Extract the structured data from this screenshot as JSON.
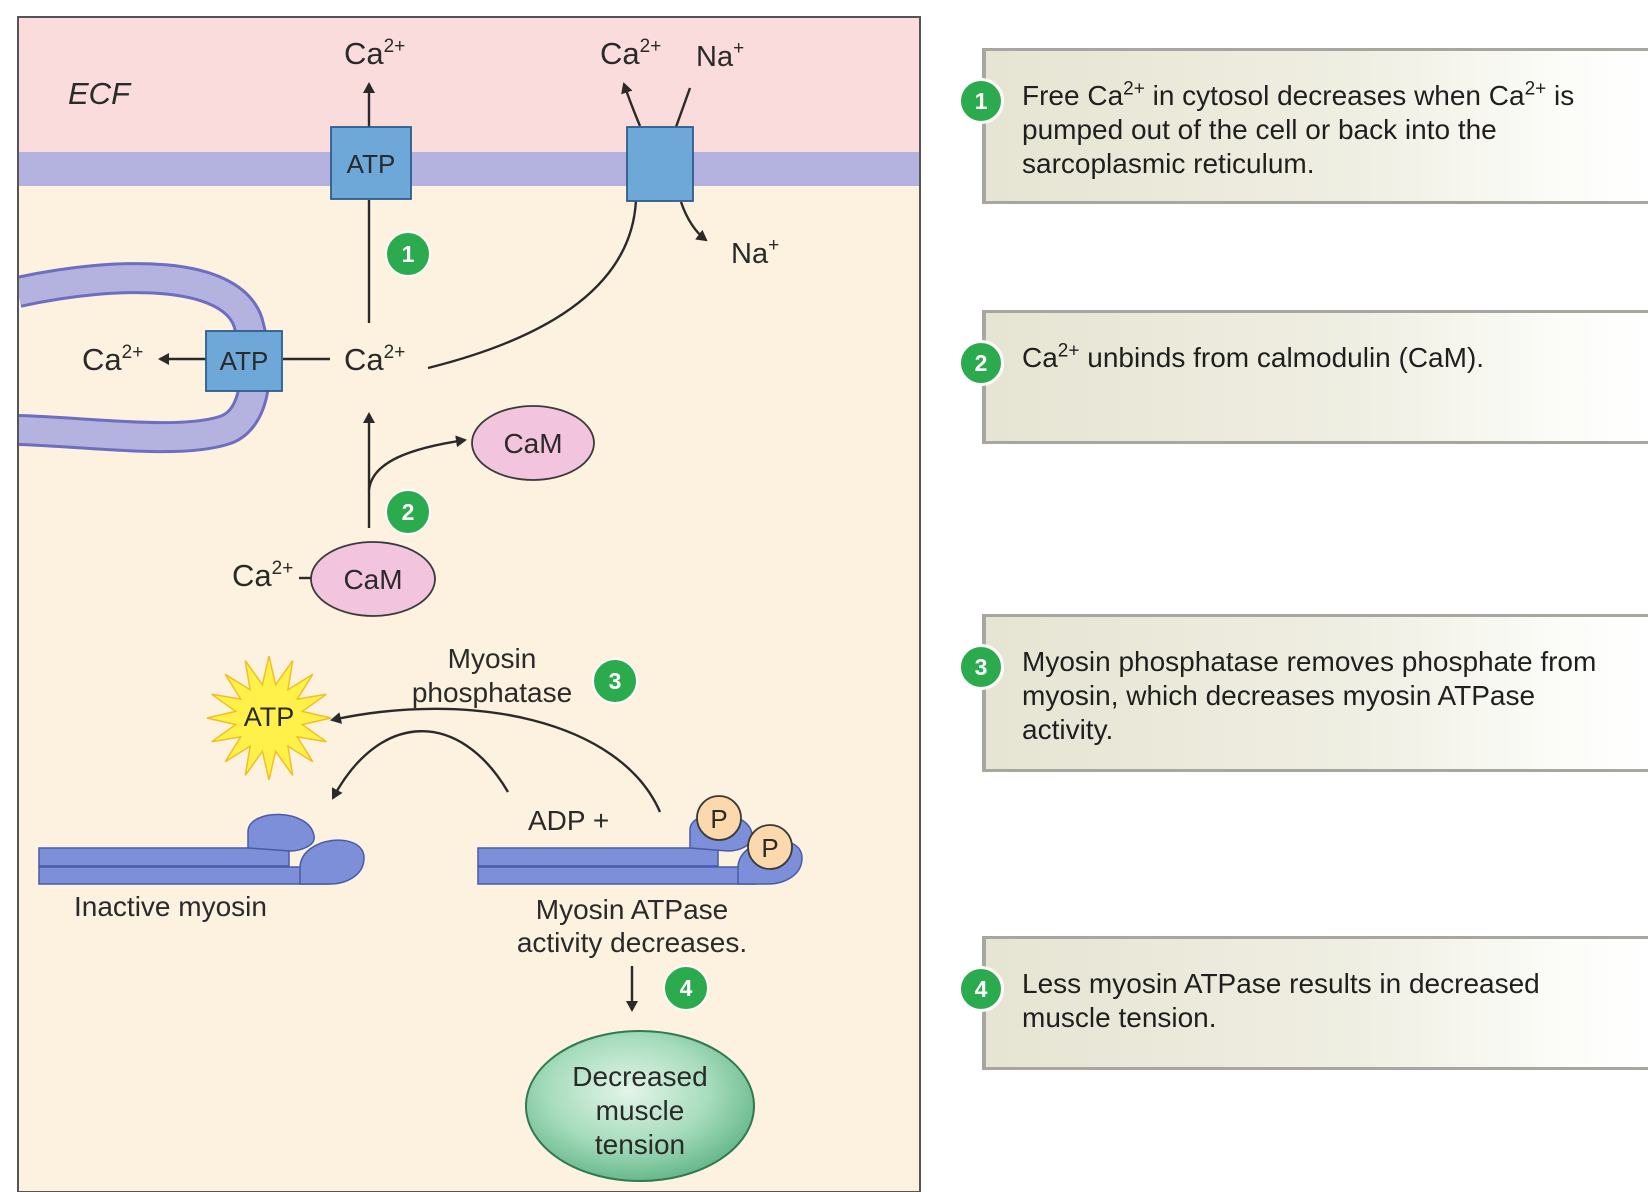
{
  "diagram": {
    "ecf_label": "ECF",
    "ion_ca": "Ca",
    "ion_na": "Na",
    "charge_ca": "2+",
    "charge_na": "+",
    "atp": "ATP",
    "cam": "CaM",
    "myosin_phosphatase_line1": "Myosin",
    "myosin_phosphatase_line2": "phosphatase",
    "adp_plus": "ADP +",
    "phosphate": "P",
    "inactive_myosin": "Inactive myosin",
    "atpase_line1": "Myosin ATPase",
    "atpase_line2": "activity decreases.",
    "tension_line1": "Decreased",
    "tension_line2": "muscle",
    "tension_line3": "tension",
    "step1": "1",
    "step2": "2",
    "step3": "3",
    "step4": "4"
  },
  "colors": {
    "ecf": "#f9dcdb",
    "membrane": "#b4b3e0",
    "cytosol": "#fdf1df",
    "pump": "#6ea8d9",
    "cam": "#f2c4de",
    "myosin": "#7c8fd8",
    "phosphate": "#fbd9ad",
    "badge": "#2bab4e",
    "tension": "#8ed2aa",
    "atp_burst": "#fff14a"
  },
  "steps": [
    {
      "number": "1",
      "text_a": "Free Ca",
      "sup_a": "2+",
      "text_b": " in cytosol decreases when Ca",
      "sup_b": "2+",
      "text_c": " is pumped out of the cell or back into the sarcoplasmic reticulum."
    },
    {
      "number": "2",
      "text_a": "Ca",
      "sup_a": "2+",
      "text_b": " unbinds from calmodulin (CaM).",
      "sup_b": "",
      "text_c": ""
    },
    {
      "number": "3",
      "text_a": "Myosin phosphatase removes phosphate from myosin, which decreases myosin ATPase activity.",
      "sup_a": "",
      "text_b": "",
      "sup_b": "",
      "text_c": ""
    },
    {
      "number": "4",
      "text_a": "Less myosin ATPase results in decreased muscle tension.",
      "sup_a": "",
      "text_b": "",
      "sup_b": "",
      "text_c": ""
    }
  ]
}
